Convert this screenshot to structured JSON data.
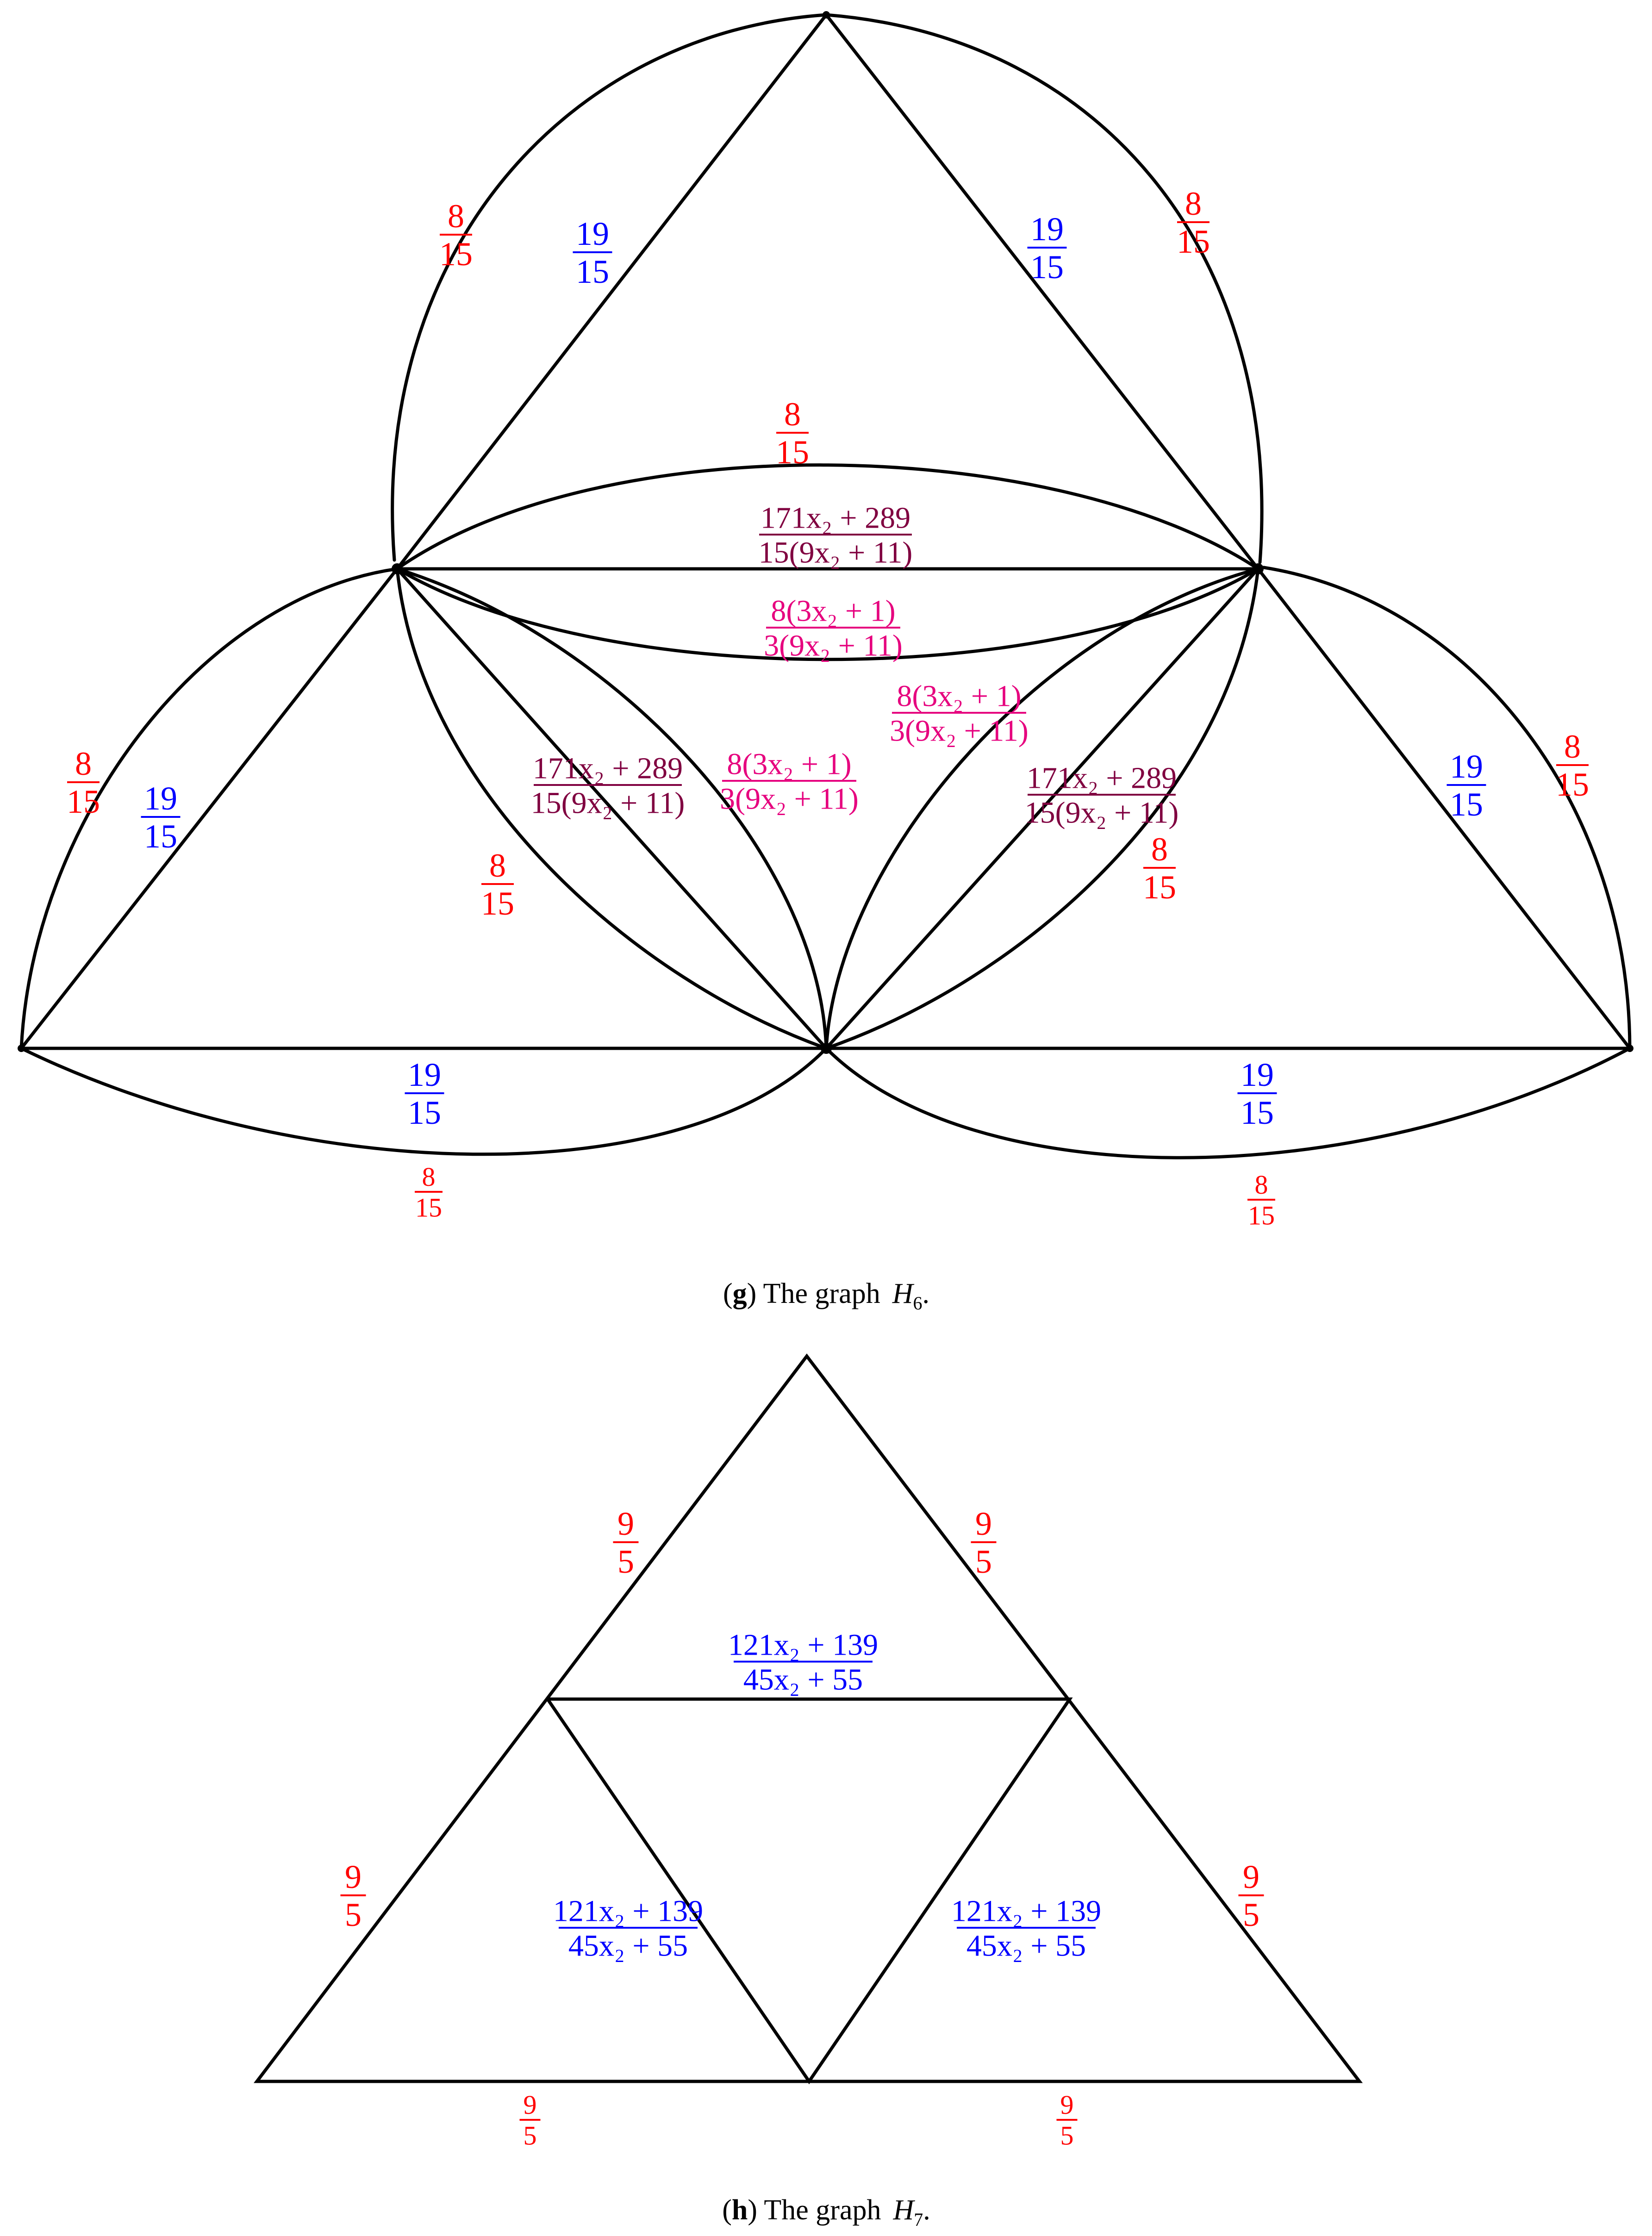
{
  "colors": {
    "red": "#ff0000",
    "blue": "#0000ff",
    "maroon": "#800040",
    "magenta": "#e6007e",
    "line": "#000000"
  },
  "h6": {
    "caption": {
      "open": "(",
      "letter": "g",
      "text": ") The graph",
      "graph": "H",
      "sub": "6",
      "end": "."
    },
    "labels": {
      "arc_upper_left": {
        "num": "8",
        "den": "15"
      },
      "edge_upper_left": {
        "num": "19",
        "den": "15"
      },
      "edge_upper_right": {
        "num": "19",
        "den": "15"
      },
      "arc_upper_right": {
        "num": "8",
        "den": "15"
      },
      "arc_middle_top": {
        "num": "8",
        "den": "15"
      },
      "edge_middle": {
        "num": "171x₂ + 289",
        "den": "15(9x₂ + 11)"
      },
      "arc_middle_bottom": {
        "num": "8(3x₂ + 1)",
        "den": "3(9x₂ + 11)"
      },
      "arc_right_diag_inner": {
        "num": "8(3x₂ + 1)",
        "den": "3(9x₂ + 11)"
      },
      "arc_left_diag_inner": {
        "num": "8(3x₂ + 1)",
        "den": "3(9x₂ + 11)"
      },
      "edge_left_diag": {
        "num": "171x₂ + 289",
        "den": "15(9x₂ + 11)"
      },
      "edge_right_diag": {
        "num": "171x₂ + 289",
        "den": "15(9x₂ + 11)"
      },
      "arc_left_diag_outer": {
        "num": "8",
        "den": "15"
      },
      "arc_right_diag_outer": {
        "num": "8",
        "den": "15"
      },
      "arc_left_outer": {
        "num": "8",
        "den": "15"
      },
      "edge_left_outer": {
        "num": "19",
        "den": "15"
      },
      "edge_right_outer": {
        "num": "19",
        "den": "15"
      },
      "arc_right_outer": {
        "num": "8",
        "den": "15"
      },
      "edge_bottom_left": {
        "num": "19",
        "den": "15"
      },
      "arc_bottom_left": {
        "num": "8",
        "den": "15"
      },
      "edge_bottom_right": {
        "num": "19",
        "den": "15"
      },
      "arc_bottom_right": {
        "num": "8",
        "den": "15"
      }
    }
  },
  "h7": {
    "caption": {
      "open": "(",
      "letter": "h",
      "text": ") The graph",
      "graph": "H",
      "sub": "7",
      "end": "."
    },
    "labels": {
      "edge_top_left": {
        "num": "9",
        "den": "5"
      },
      "edge_top_right": {
        "num": "9",
        "den": "5"
      },
      "edge_mid_horizontal": {
        "num": "121x₂ + 139",
        "den": "45x₂ + 55"
      },
      "edge_lower_left": {
        "num": "9",
        "den": "5"
      },
      "edge_inner_left": {
        "num": "121x₂ + 139",
        "den": "45x₂ + 55"
      },
      "edge_inner_right": {
        "num": "121x₂ + 139",
        "den": "45x₂ + 55"
      },
      "edge_lower_right": {
        "num": "9",
        "den": "5"
      },
      "edge_bottom_left": {
        "num": "9",
        "den": "5"
      },
      "edge_bottom_right": {
        "num": "9",
        "den": "5"
      }
    }
  }
}
